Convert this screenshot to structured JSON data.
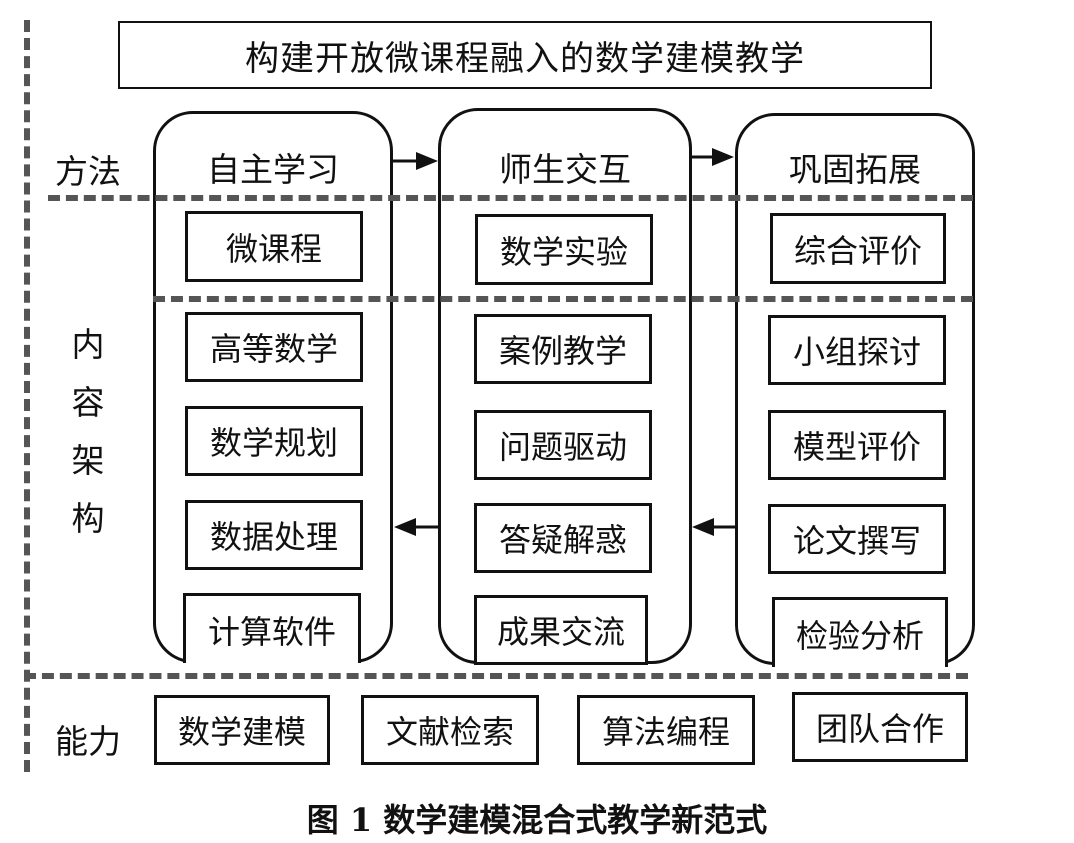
{
  "title": "构建开放微课程融入的数学建模教学",
  "row_labels": {
    "method": "方法",
    "content": [
      "内",
      "容",
      "架",
      "构"
    ],
    "ability": "能力"
  },
  "columns": [
    {
      "header": "自主学习",
      "top_box": "微课程",
      "items": [
        "高等数学",
        "数学规划",
        "数据处理",
        "计算软件"
      ]
    },
    {
      "header": "师生交互",
      "top_box": "数学实验",
      "items": [
        "案例教学",
        "问题驱动",
        "答疑解惑",
        "成果交流"
      ]
    },
    {
      "header": "巩固拓展",
      "top_box": "综合评价",
      "items": [
        "小组探讨",
        "模型评价",
        "论文撰写",
        "检验分析"
      ]
    }
  ],
  "abilities": [
    "数学建模",
    "文献检索",
    "算法编程",
    "团队合作"
  ],
  "caption": "图 1  数学建模混合式教学新范式"
}
